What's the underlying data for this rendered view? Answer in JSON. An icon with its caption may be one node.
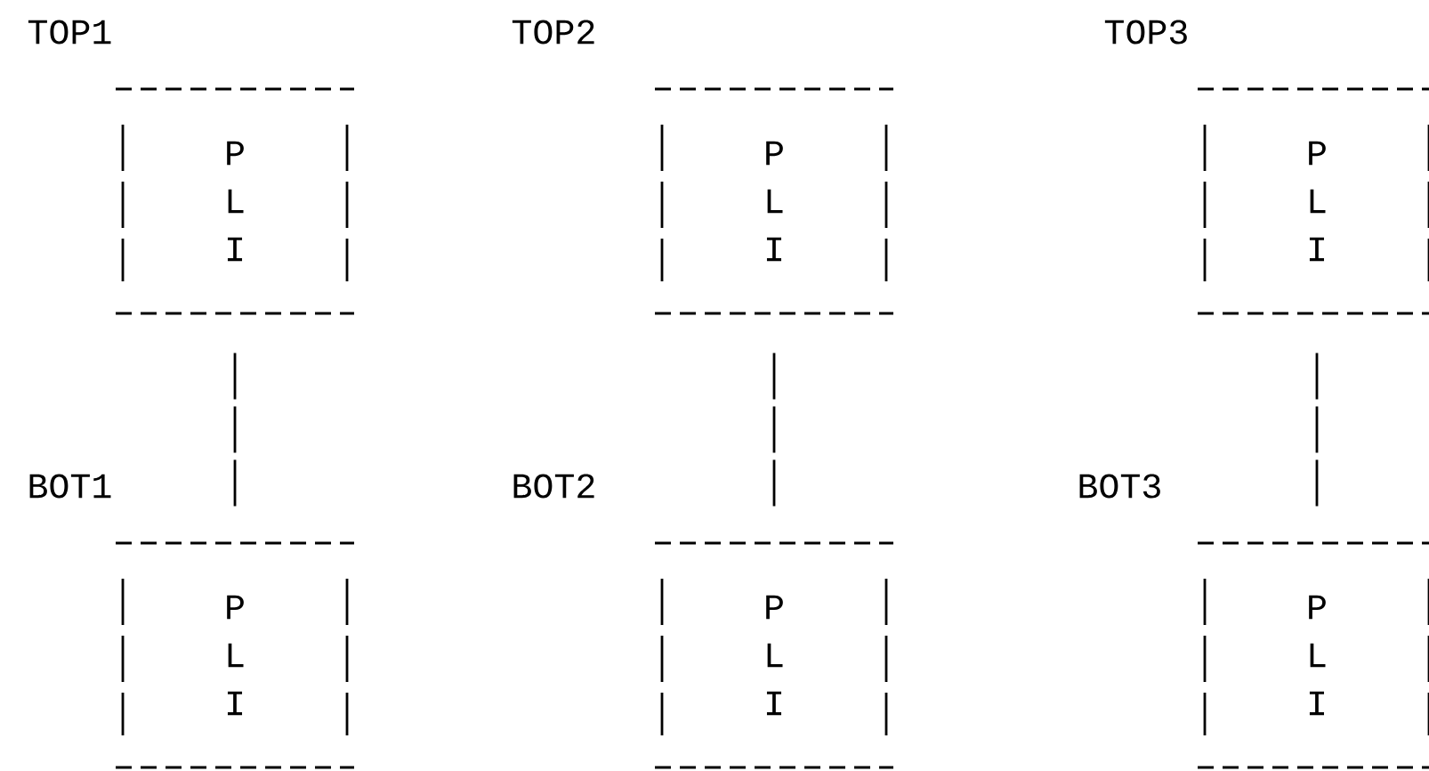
{
  "diagram": {
    "nodes": [
      {
        "text": [
          "TOP1",
          "P L I"
        ]
      },
      {
        "text": [
          "BOT1",
          "P L I"
        ]
      },
      {
        "text": [
          "TOP2",
          "P L I"
        ]
      },
      {
        "text": [
          "BOT2",
          "P L I"
        ]
      },
      {
        "text": [
          "TOP3",
          "P L I"
        ]
      },
      {
        "text": [
          "BOT3",
          "P L I"
        ]
      }
    ],
    "edges": [
      {
        "from": 0,
        "to": 1,
        "arrow": "none"
      },
      {
        "from": 2,
        "to": 3,
        "arrow": "none"
      },
      {
        "from": 4,
        "to": 5,
        "arrow": "none"
      }
    ]
  }
}
